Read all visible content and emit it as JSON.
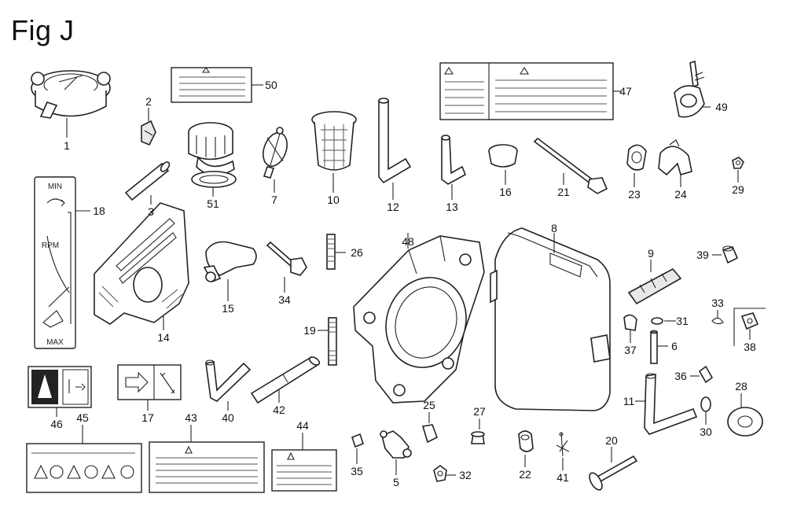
{
  "title": "Fig J",
  "callouts": [
    "1",
    "2",
    "3",
    "5",
    "6",
    "7",
    "8",
    "9",
    "10",
    "11",
    "12",
    "13",
    "14",
    "15",
    "16",
    "17",
    "18",
    "19",
    "20",
    "21",
    "22",
    "23",
    "24",
    "25",
    "26",
    "27",
    "28",
    "29",
    "30",
    "31",
    "32",
    "33",
    "34",
    "35",
    "36",
    "37",
    "38",
    "39",
    "40",
    "41",
    "42",
    "43",
    "44",
    "45",
    "46",
    "47",
    "48",
    "49",
    "50",
    "51"
  ],
  "throttle_label": {
    "min": "MIN",
    "rpm": "RPM",
    "max": "MAX"
  }
}
